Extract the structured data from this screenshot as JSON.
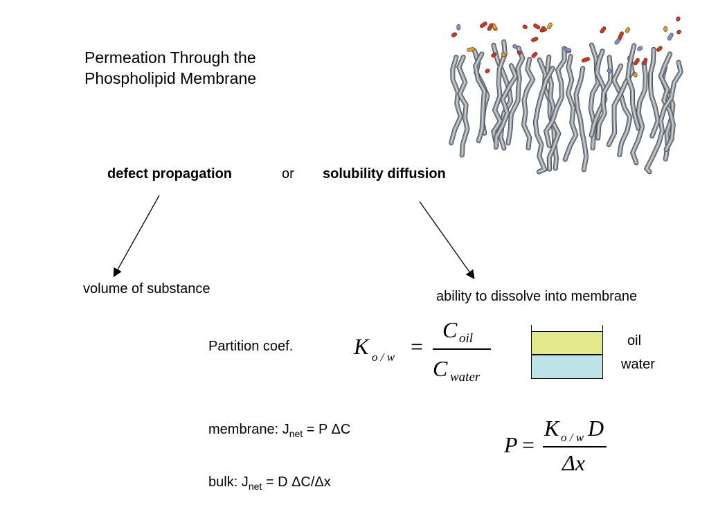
{
  "slide": {
    "title_line1": "Permeation Through the",
    "title_line2": "Phospholipid Membrane",
    "mechanism_a": "defect propagation",
    "or_word": "or",
    "mechanism_b": "solubility diffusion",
    "result_a": "volume of substance",
    "result_b": "ability to dissolve into membrane",
    "partition_label": "Partition coef.",
    "oil_label": "oil",
    "water_label": "water",
    "membrane_prefix": "membrane: J",
    "membrane_sub": "net",
    "membrane_rhs": " =  P ΔC",
    "bulk_prefix": "bulk: J",
    "bulk_sub": "net",
    "bulk_rhs": " =  D ΔC/Δx"
  },
  "equation_k": {
    "lhs_symbol": "K",
    "lhs_sub": "o / w",
    "equals": "=",
    "num_symbol": "C",
    "num_sub": "oil",
    "den_symbol": "C",
    "den_sub": "water"
  },
  "equation_p": {
    "lhs_symbol": "P",
    "equals": "=",
    "num_symbol": "K",
    "num_sub": "o / w",
    "num_tail": "D",
    "den": "Δx"
  },
  "colors": {
    "oil": "#e3e88a",
    "water": "#bde3e8",
    "membrane_carbon": "#8f979e",
    "membrane_oxygen": "#d6331f",
    "membrane_phosphorus": "#e69b2d",
    "membrane_nitrogen": "#7f8ed6"
  }
}
